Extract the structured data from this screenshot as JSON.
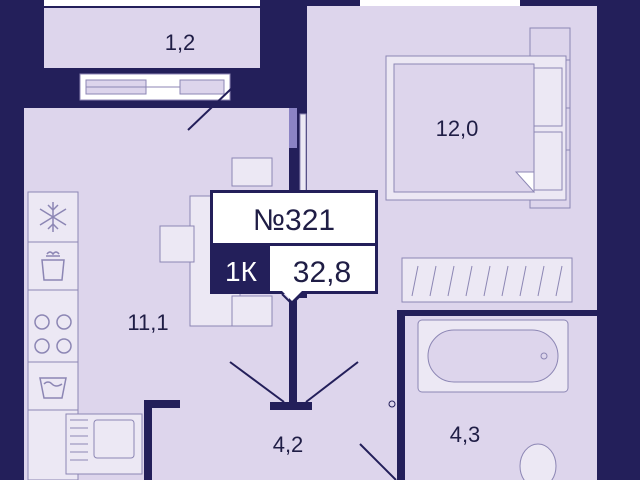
{
  "colors": {
    "wall": "#231f5a",
    "floor": "#ddd5ec",
    "line": "#8c86b4",
    "furniture": "#ece8f4",
    "accent": "#8b83c4",
    "badge_dark": "#231f5a",
    "badge_light": "#ffffff"
  },
  "apartment": {
    "number": "№321",
    "type": "1К",
    "area": "32,8"
  },
  "rooms": [
    {
      "id": "balcony",
      "area": "1,2"
    },
    {
      "id": "bedroom",
      "area": "12,0"
    },
    {
      "id": "kitchen",
      "area": "11,1"
    },
    {
      "id": "hall",
      "area": "4,2"
    },
    {
      "id": "bathroom",
      "area": "4,3"
    }
  ],
  "icons": {
    "fridge": "snowflake-icon",
    "sink": "pot-icon",
    "stove": "hob-icon",
    "washer": "washing-icon"
  }
}
